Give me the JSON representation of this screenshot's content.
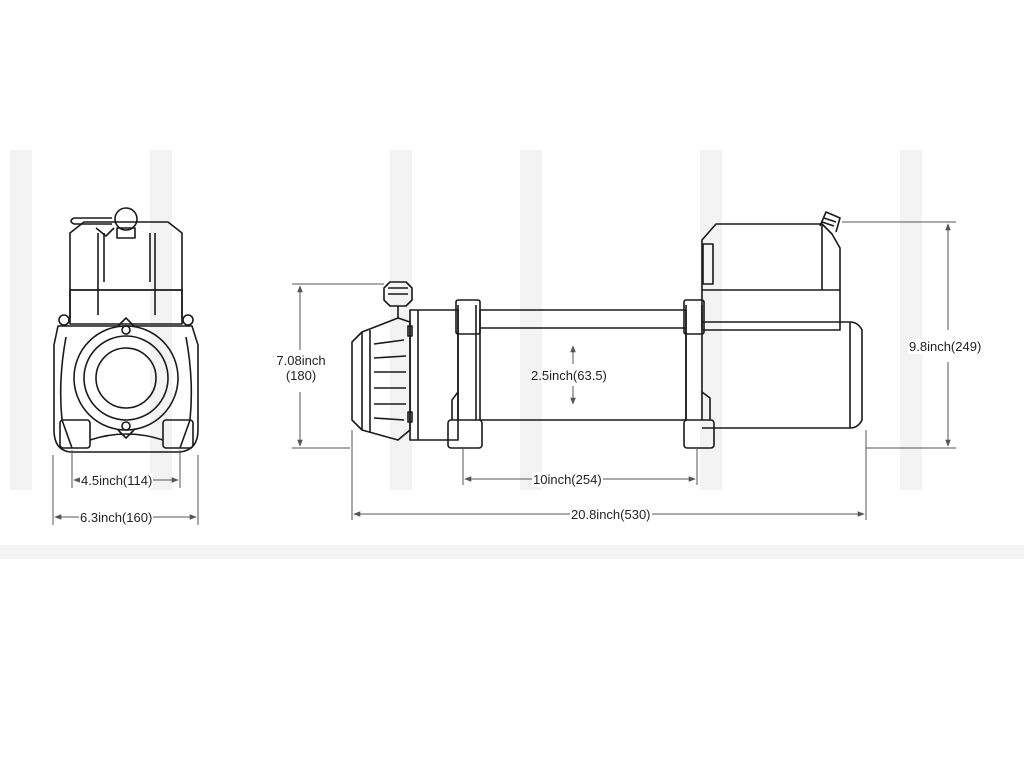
{
  "colors": {
    "background": "#ffffff",
    "outline": "#1a1a1a",
    "dimension_line": "#555555",
    "watermark": "#f1f1f1"
  },
  "dimensions": {
    "front_bolt_spacing": "4.5inch(114)",
    "front_overall_width": "6.3inch(160)",
    "side_height_line1": "7.08inch",
    "side_height_line2": "(180)",
    "drum_diameter": "2.5inch(63.5)",
    "mount_spacing": "10inch(254)",
    "overall_length": "20.8inch(530)",
    "overall_height": "9.8inch(249)"
  }
}
